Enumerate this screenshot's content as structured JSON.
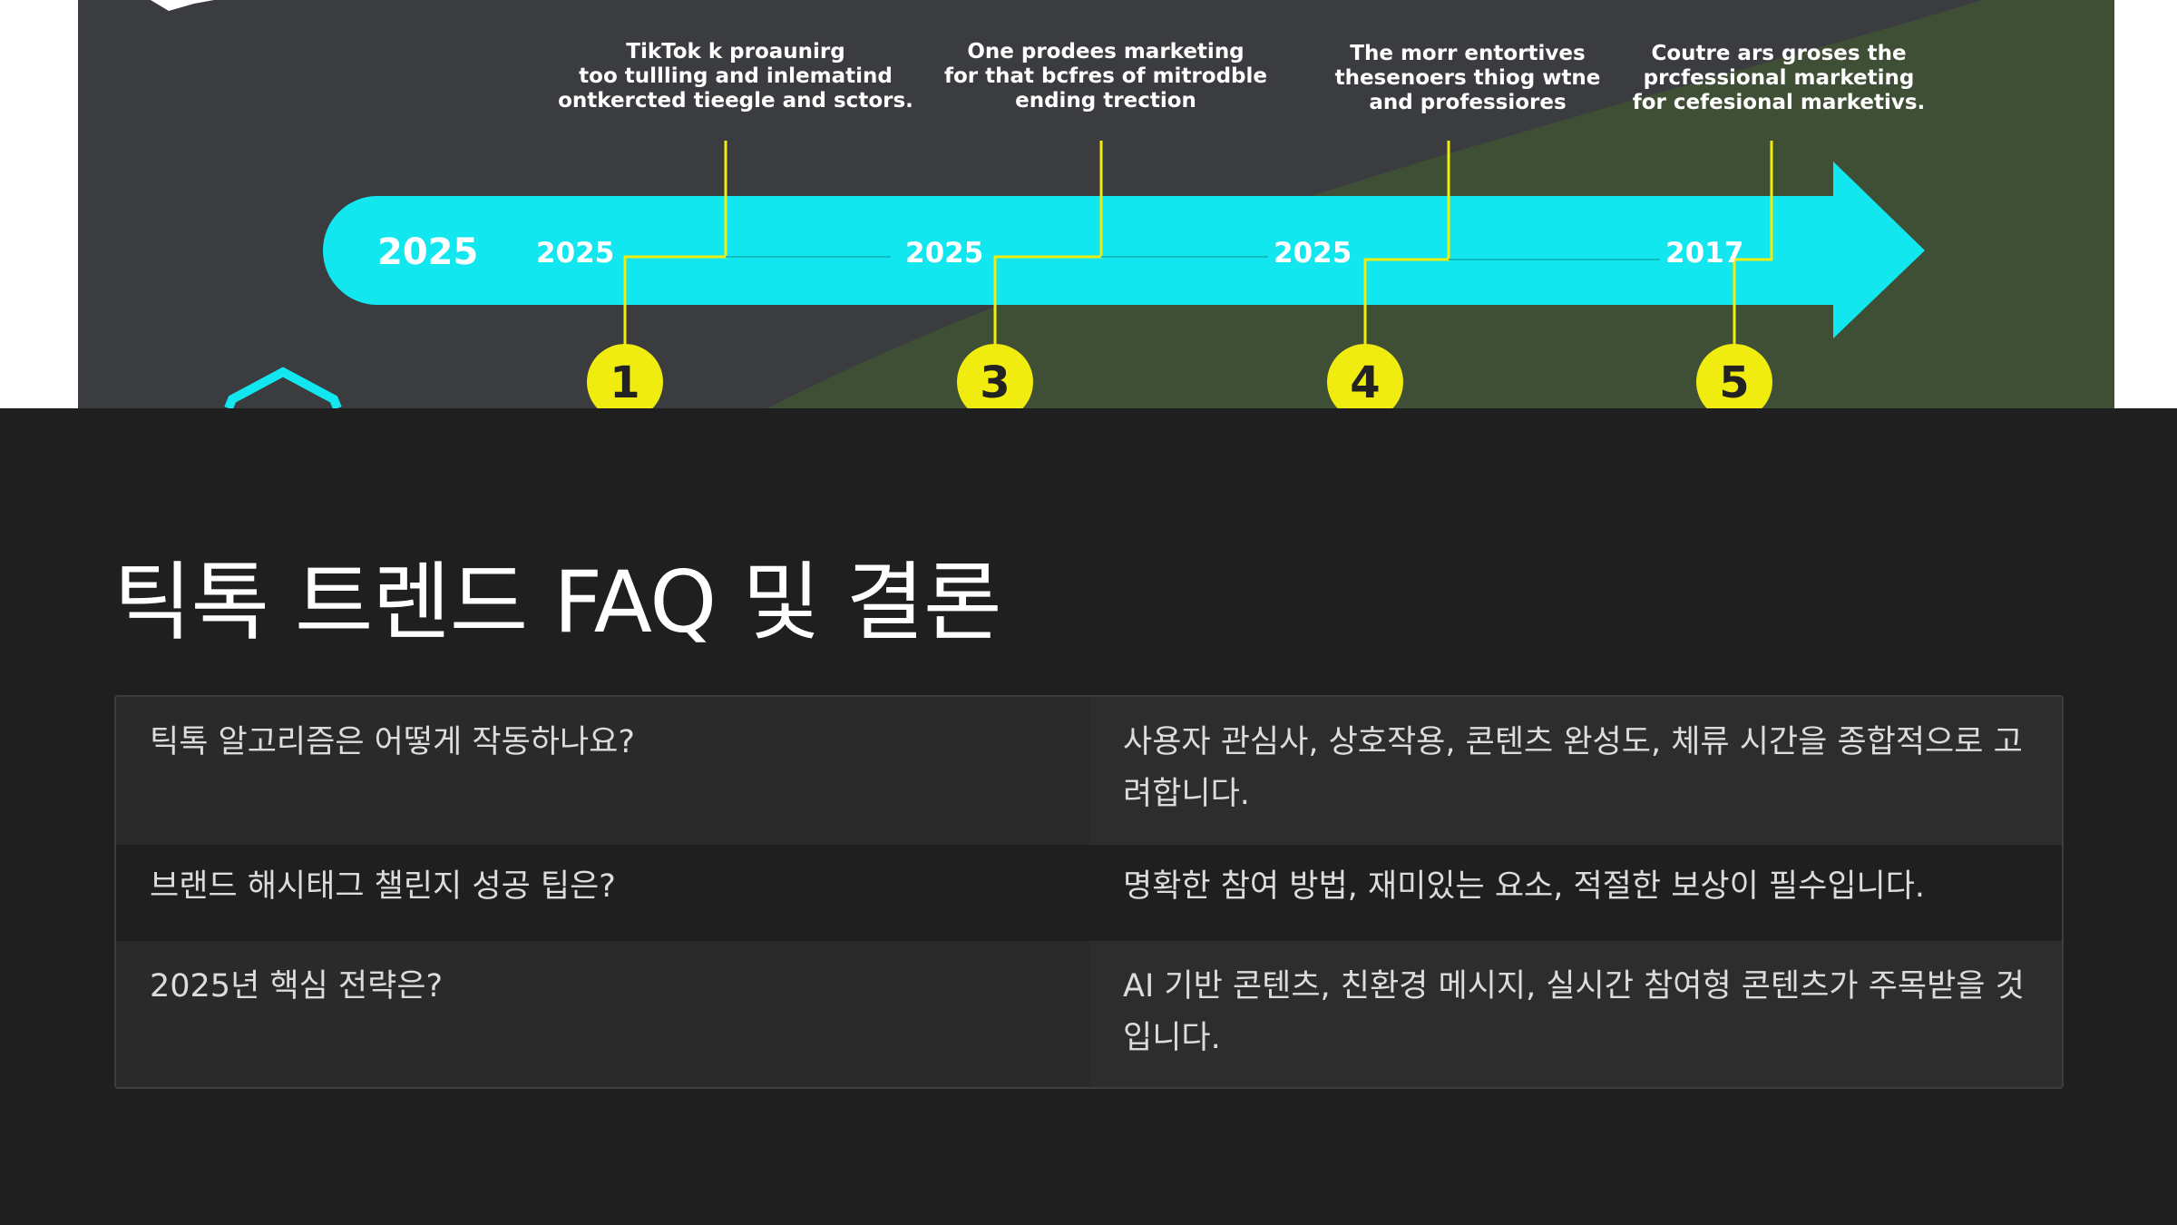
{
  "infographic": {
    "notes": [
      "TikTok k proaunirg\ntoo tullling and inlematind\nontkercted tieegle and sctors.",
      "One prodees marketing\nfor that bcfres of mitrodble\nending trection",
      "The morr entortives\nthesenoers thiog wtne\nand professiores",
      "Coutre ars groses the\nprcfessional marketing\nfor cefesional marketivs."
    ],
    "arrow_start_label": "2025",
    "tick_labels": [
      "2025",
      "2025",
      "2025",
      "2017"
    ],
    "step_numbers": [
      "1",
      "3",
      "4",
      "5"
    ],
    "colors": {
      "arrow": "#12e6ee",
      "marker": "#f1ec10",
      "background": "#3a3c3f",
      "green_region": "#3f4f35"
    }
  },
  "section": {
    "title": "틱톡 트렌드 FAQ 및 결론"
  },
  "faq": [
    {
      "question": "틱톡 알고리즘은 어떻게 작동하나요?",
      "answer": "사용자 관심사, 상호작용, 콘텐츠 완성도, 체류 시간을 종합적으로 고려합니다."
    },
    {
      "question": "브랜드 해시태그 챌린지 성공 팁은?",
      "answer": "명확한 참여 방법, 재미있는 요소, 적절한 보상이 필수입니다."
    },
    {
      "question": "2025년 핵심 전략은?",
      "answer": "AI 기반 콘텐츠, 친환경 메시지, 실시간 참여형 콘텐츠가 주목받을 것입니다."
    }
  ]
}
